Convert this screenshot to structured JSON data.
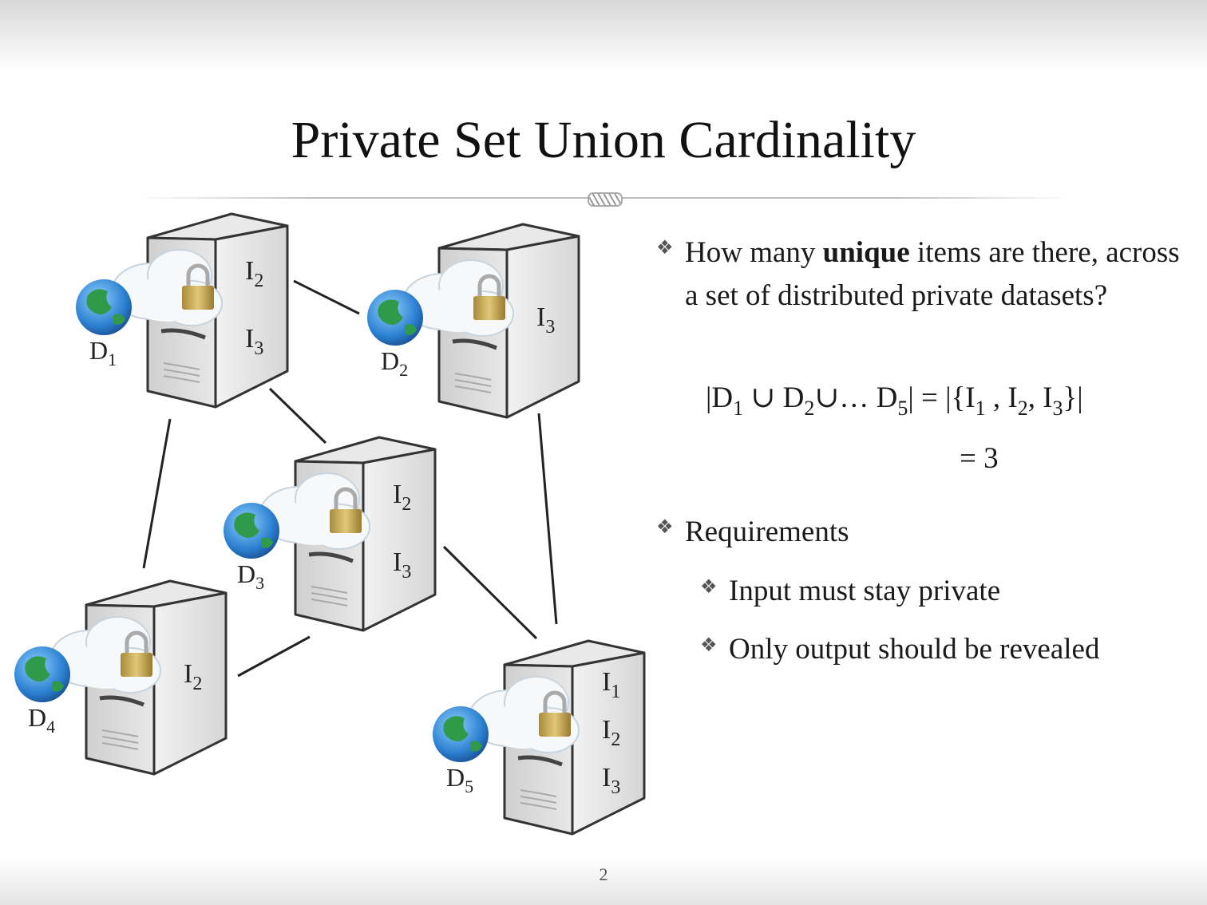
{
  "title": "Private Set Union Cardinality",
  "bullets": {
    "q_pre": "How many ",
    "q_bold": "unique",
    "q_post": " items are there, across a set of distributed private datasets?",
    "formula": {
      "open": "|D",
      "s1": "1",
      "u1": " ∪ D",
      "s2": "2",
      "u2": "∪… D",
      "s5": "5",
      "eq": "| = |{I",
      "i1": "1",
      "c1": " , I",
      "i2": "2",
      "c2": ", I",
      "i3": "3",
      "close": "}|"
    },
    "result": "= 3",
    "req": "Requirements",
    "sub1": "Input must stay private",
    "sub2": "Only output should be revealed",
    "bullet_glyph": "❖"
  },
  "servers": [
    {
      "name": "D",
      "sub": "1",
      "items": [
        "2",
        "3"
      ]
    },
    {
      "name": "D",
      "sub": "2",
      "items": [
        "3"
      ]
    },
    {
      "name": "D",
      "sub": "3",
      "items": [
        "2",
        "3"
      ]
    },
    {
      "name": "D",
      "sub": "4",
      "items": [
        "2"
      ]
    },
    {
      "name": "D",
      "sub": "5",
      "items": [
        "1",
        "2",
        "3"
      ]
    }
  ],
  "item_letter": "I",
  "page_number": "2"
}
